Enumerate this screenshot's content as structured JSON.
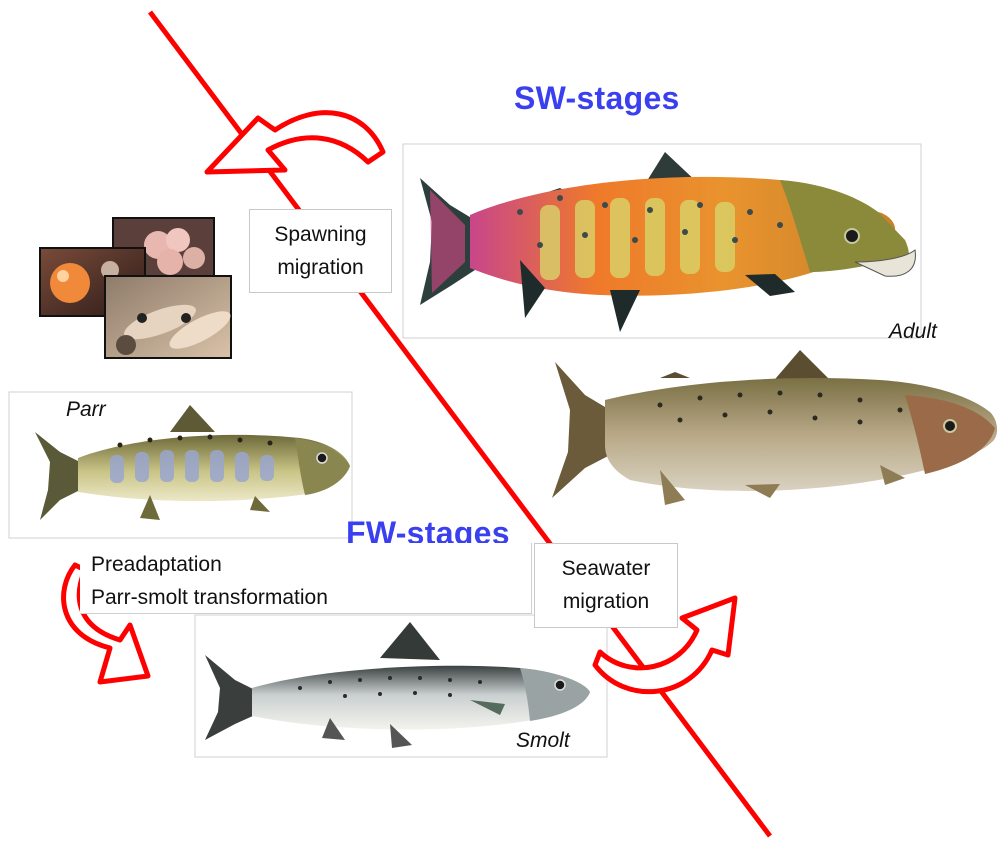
{
  "headings": {
    "sw": "SW-stages",
    "fw": "FW-stages"
  },
  "boxes": {
    "spawning": [
      "Spawning",
      "migration"
    ],
    "seawater": [
      "Seawater",
      "migration"
    ]
  },
  "captions": {
    "adult": "Adult",
    "parr": "Parr",
    "smolt": "Smolt"
  },
  "labels": {
    "preadaptation": "Preadaptation",
    "transformation": "Parr-smolt transformation"
  },
  "colors": {
    "heading": "#3a3ff0",
    "divider": "#ff0000",
    "arrow_stroke": "#ff0000"
  },
  "icons": {
    "fish": [
      "adult-spawning-salmon-icon",
      "adult-sea-salmon-icon",
      "parr-fish-icon",
      "smolt-fish-icon"
    ],
    "photos": [
      "egg-photo-icon",
      "hatchling-photo-icon",
      "alevin-photo-icon"
    ],
    "arrows": [
      "spawning-arrow-icon",
      "preadaptation-arrow-icon",
      "seawater-arrow-icon"
    ]
  }
}
